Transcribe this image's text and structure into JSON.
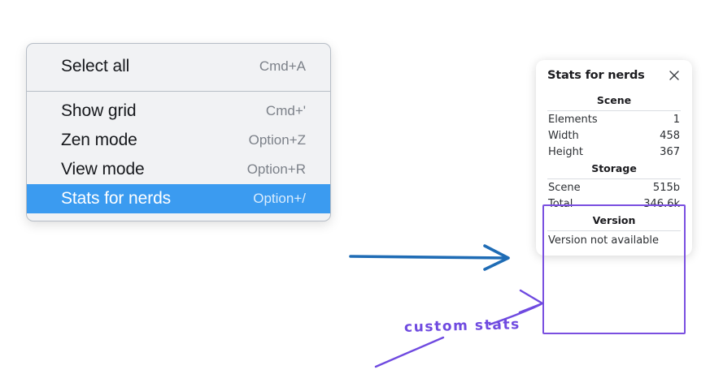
{
  "context_menu": {
    "sections": [
      {
        "items": [
          {
            "label": "Select all",
            "shortcut": "Cmd+A",
            "selected": false
          }
        ]
      },
      {
        "items": [
          {
            "label": "Show grid",
            "shortcut": "Cmd+'",
            "selected": false
          },
          {
            "label": "Zen mode",
            "shortcut": "Option+Z",
            "selected": false
          },
          {
            "label": "View mode",
            "shortcut": "Option+R",
            "selected": false
          },
          {
            "label": "Stats for nerds",
            "shortcut": "Option+/",
            "selected": true
          }
        ]
      }
    ],
    "highlight_color": "#3b9bf0"
  },
  "stats_panel": {
    "title": "Stats for nerds",
    "close_icon": "close-icon",
    "sections": [
      {
        "heading": "Scene",
        "rows": [
          {
            "label": "Elements",
            "value": "1"
          },
          {
            "label": "Width",
            "value": "458"
          },
          {
            "label": "Height",
            "value": "367"
          }
        ]
      },
      {
        "heading": "Storage",
        "rows": [
          {
            "label": "Scene",
            "value": "515b"
          },
          {
            "label": "Total",
            "value": "346.6k"
          }
        ]
      },
      {
        "heading": "Version",
        "version_text": "Version not available"
      }
    ]
  },
  "annotations": {
    "callout_label": "custom stats",
    "blue_arrow_color": "#1f6cb5",
    "purple_color": "#6f4ae0",
    "highlight_box_color": "#7a4fe0"
  }
}
